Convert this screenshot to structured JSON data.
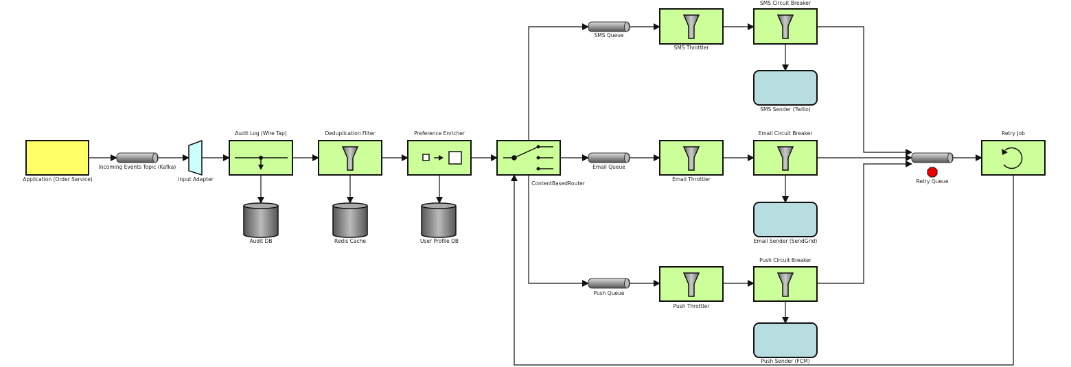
{
  "colors": {
    "application": "#ffff66",
    "processor": "#ccff99",
    "sender": "#b8dde0",
    "adapter": "#ccffff",
    "queue": "#999999",
    "alert": "#ee0000"
  },
  "nodes": {
    "app": "Application (Order Service)",
    "kafka": "Incoming Events Topic (Kafka)",
    "adapter": "Input Adapter",
    "audit": "Audit Log (Wire Tap)",
    "audit_db": "Audit DB",
    "dedup": "Deduplication Filter",
    "redis": "Redis Cache",
    "enricher": "Preference Enricher",
    "profile_db": "User Profile DB",
    "router": "ContentBasedRouter",
    "sms_queue": "SMS Queue",
    "email_queue": "Email Queue",
    "push_queue": "Push Queue",
    "sms_throttler": "SMS Throttler",
    "email_throttler": "Email Throttler",
    "push_throttler": "Push Throttler",
    "sms_cb": "SMS Circuit Breaker",
    "email_cb": "Email Circuit Breaker",
    "push_cb": "Push Circuit Breaker",
    "sms_sender": "SMS Sender (Twilio)",
    "email_sender": "Email Sender (SendGrid)",
    "push_sender": "Push Sender (FCM)",
    "retry_queue": "Retry Queue",
    "retry_job": "Retry Job"
  }
}
